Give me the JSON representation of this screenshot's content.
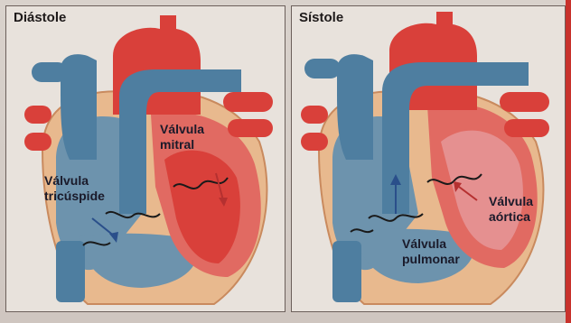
{
  "panels": [
    {
      "title": "Diástole",
      "labels": {
        "mitral": [
          "Válvula",
          "mitral"
        ],
        "tricuspid": [
          "Válvula",
          "tricúspide"
        ]
      }
    },
    {
      "title": "Sístole",
      "labels": {
        "aortic": [
          "Válvula",
          "aórtica"
        ],
        "pulmonary": [
          "Válvula",
          "pulmonar"
        ]
      }
    }
  ],
  "colors": {
    "oxygenated_red": "#d9403a",
    "deoxygenated_blue": "#4e7ea0",
    "muscle_pink": "#e9a79a",
    "pericardium_tan": "#e8b98e",
    "background_paper": "#e8e2dc"
  }
}
